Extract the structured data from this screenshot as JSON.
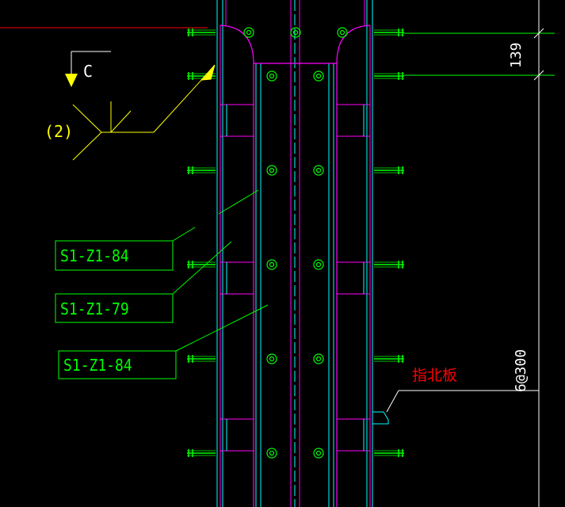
{
  "colors": {
    "background": "#000000",
    "magenta": "#ff00ff",
    "cyan": "#00ffff",
    "green": "#00ff00",
    "yellow": "#ffff00",
    "white": "#ffffff",
    "red": "#ff0000"
  },
  "section_marker": {
    "letter": "C",
    "number": "(2)"
  },
  "labels": [
    "S1-Z1-84",
    "S1-Z1-79",
    "S1-Z1-84"
  ],
  "dimension_top": "139",
  "dimension_right": "6@300",
  "north_plate_text": "指北板"
}
